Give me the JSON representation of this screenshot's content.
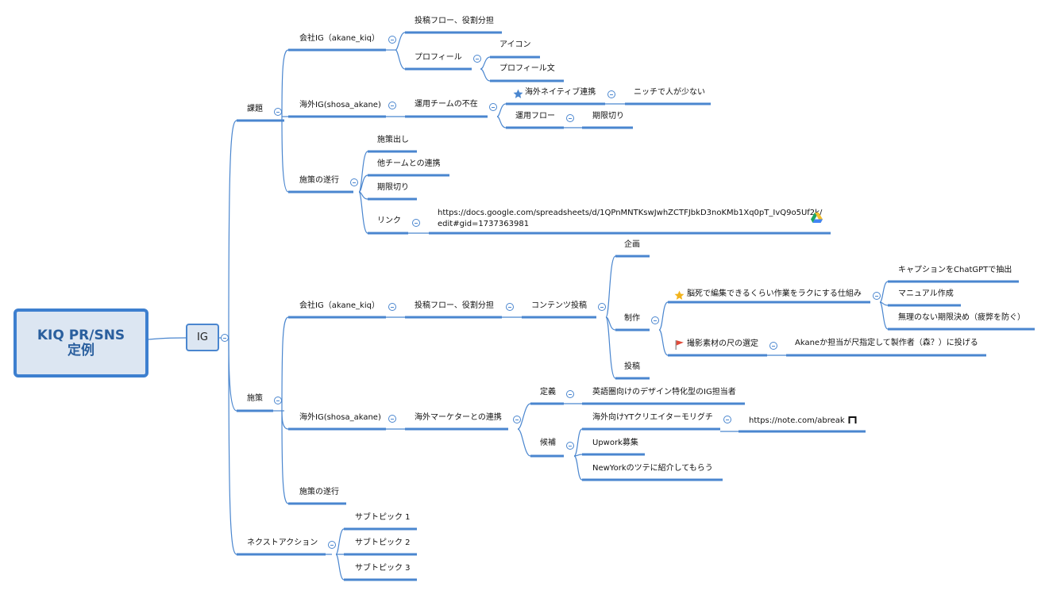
{
  "root": {
    "line1": "KIQ PR/SNS",
    "line2": "定例"
  },
  "ig": "IG",
  "kadai": {
    "label": "課題",
    "company_ig": {
      "label": "会社IG（akane_kiq）",
      "flow": "投稿フロー、役割分担",
      "profile": {
        "label": "プロフィール",
        "icon": "アイコン",
        "text": "プロフィール文"
      }
    },
    "overseas_ig": {
      "label": "海外IG(shosa_akane)",
      "team": {
        "label": "運用チームの不在",
        "native": {
          "label": "海外ネイティブ連携",
          "icon": "star-icon",
          "child": "ニッチで人が少ない"
        },
        "flow": {
          "label": "運用フロー",
          "child": "期限切り"
        }
      }
    },
    "execution": {
      "label": "施策の遂行",
      "items": [
        "施策出し",
        "他チームとの連携",
        "期限切り"
      ],
      "link": {
        "label": "リンク",
        "url_line1": "https://docs.google.com/spreadsheets/d/1QPnMNTKswJwhZCTFJbkD3noKMb1Xq0pT_IvQ9o5Uf2k/",
        "url_line2": "edit#gid=1737363981",
        "icon": "google-drive-icon"
      }
    }
  },
  "shisaku": {
    "label": "施策",
    "company_ig": {
      "label": "会社IG（akane_kiq）",
      "flow": "投稿フロー、役割分担",
      "content": {
        "label": "コンテンツ投稿",
        "planning": "企画",
        "production": {
          "label": "制作",
          "brain": {
            "label": "脳死で編集できるくらい作業をラクにする仕組み",
            "icon": "star-icon",
            "children": [
              "キャプションをChatGPTで抽出",
              "マニュアル作成",
              "無理のない期限決め（疲弊を防ぐ）"
            ]
          },
          "shoot": {
            "label": "撮影素材の尺の選定",
            "icon": "red-flag-icon",
            "child": "Akaneか担当が尺指定して製作者（森？）に投げる"
          }
        },
        "post": "投稿"
      }
    },
    "overseas_ig": {
      "label": "海外IG(shosa_akane)",
      "marketer": {
        "label": "海外マーケターとの連携",
        "definition": {
          "label": "定義",
          "child": "英語圏向けのデザイン特化型のIG担当者"
        },
        "candidates": {
          "label": "候補",
          "yt": {
            "label": "海外向けYTクリエイターモリグチ",
            "url": "https://note.com/abreak",
            "icon": "note-icon"
          },
          "upwork": "Upwork募集",
          "ny": "NewYorkのツテに紹介してもらう"
        }
      }
    },
    "execution": "施策の遂行"
  },
  "next_action": {
    "label": "ネクストアクション",
    "items": [
      "サブトピック 1",
      "サブトピック 2",
      "サブトピック 3"
    ]
  },
  "colors": {
    "line": "#4a86cf",
    "node_fill": "#dce6f2",
    "root_border": "#3d7fcf",
    "root_text": "#2a5f9e",
    "flag": "#e04b3a",
    "star_gold": "#f2b31b",
    "star_blue": "#4a86cf"
  }
}
